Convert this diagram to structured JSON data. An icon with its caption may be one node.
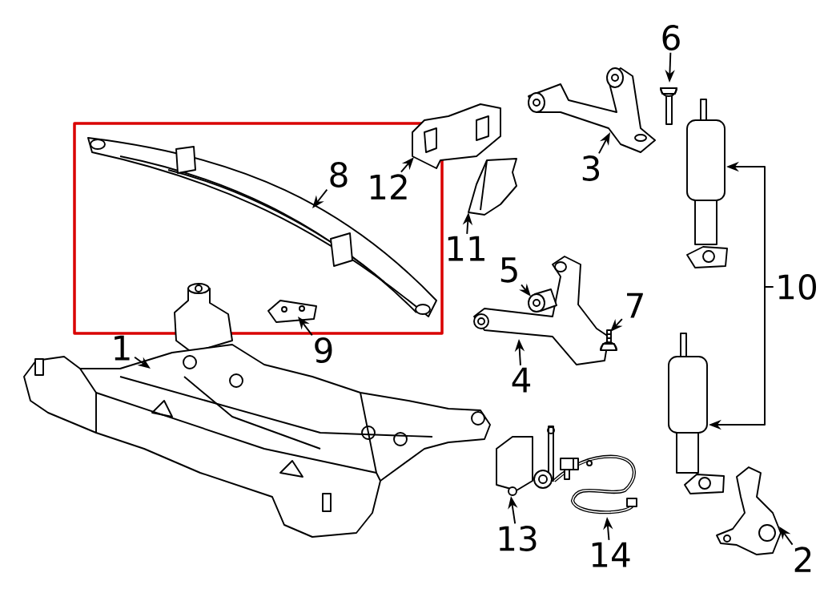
{
  "diagram": {
    "nodes": [
      {
        "text": [
          "1"
        ]
      },
      {
        "text": [
          "2"
        ]
      },
      {
        "text": [
          "3"
        ]
      },
      {
        "text": [
          "4"
        ]
      },
      {
        "text": [
          "5"
        ]
      },
      {
        "text": [
          "6"
        ]
      },
      {
        "text": [
          "7"
        ]
      },
      {
        "text": [
          "8"
        ]
      },
      {
        "text": [
          "9"
        ]
      },
      {
        "text": [
          "10"
        ]
      },
      {
        "text": [
          "11"
        ]
      },
      {
        "text": [
          "12"
        ]
      },
      {
        "text": [
          "13"
        ]
      },
      {
        "text": [
          "14"
        ]
      },
      {
        "text": [],
        "shape": "picture"
      },
      {
        "text": [],
        "shape": "picture"
      },
      {
        "text": [],
        "shape": "picture"
      },
      {
        "text": [],
        "shape": "picture"
      },
      {
        "text": [],
        "shape": "picture"
      },
      {
        "text": [],
        "shape": "picture"
      },
      {
        "text": [],
        "shape": "picture"
      },
      {
        "text": [],
        "shape": "picture"
      },
      {
        "text": [],
        "shape": "picture"
      },
      {
        "text": [],
        "shape": "picture"
      },
      {
        "text": [],
        "shape": "picture"
      },
      {
        "text": [],
        "shape": "picture"
      },
      {
        "text": [],
        "shape": "picture"
      },
      {
        "text": [],
        "shape": "picture"
      },
      {
        "text": [],
        "shape": "picture"
      }
    ],
    "edges": [
      {
        "from": 0,
        "to": 14,
        "arrow": "to"
      },
      {
        "from": 1,
        "to": 15,
        "arrow": "to"
      },
      {
        "from": 2,
        "to": 16,
        "arrow": "to"
      },
      {
        "from": 3,
        "to": 17,
        "arrow": "to"
      },
      {
        "from": 4,
        "to": 18,
        "arrow": "to"
      },
      {
        "from": 5,
        "to": 19,
        "arrow": "to"
      },
      {
        "from": 6,
        "to": 20,
        "arrow": "to"
      },
      {
        "from": 7,
        "to": 21,
        "arrow": "to"
      },
      {
        "from": 8,
        "to": 22,
        "arrow": "to"
      },
      {
        "from": 9,
        "to": 23,
        "arrow": "to"
      },
      {
        "from": 9,
        "to": 24,
        "arrow": "to"
      },
      {
        "from": 10,
        "to": 25,
        "arrow": "to"
      },
      {
        "from": 11,
        "to": 26,
        "arrow": "to"
      },
      {
        "from": 12,
        "to": 27,
        "arrow": "to"
      },
      {
        "from": 13,
        "to": 28,
        "arrow": "to"
      }
    ]
  }
}
